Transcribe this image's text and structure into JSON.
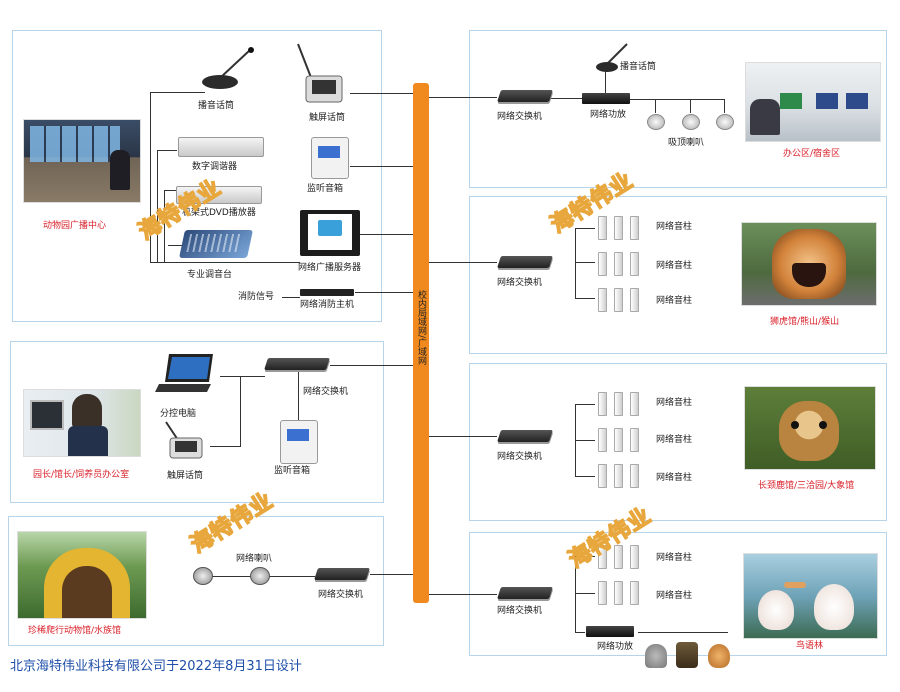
{
  "backbone": {
    "label": "校内局域网/广域网"
  },
  "watermark": "海特伟业",
  "footer": "北京海特伟业科技有限公司于2022年8月31日设计",
  "broadcast_center": {
    "title": "动物园广播中心",
    "mic": "播音话筒",
    "touch_mic": "触屏话筒",
    "tuner": "数字调谐器",
    "monitor": "监听音箱",
    "dvd": "机架式DVD播放器",
    "mixer": "专业调音台",
    "server": "网络广播服务器",
    "fire_signal": "消防信号",
    "fire_host": "网络消防主机"
  },
  "office_sub": {
    "title": "园长/馆长/饲养员办公室",
    "pc": "分控电脑",
    "switch": "网络交换机",
    "touch_mic": "触屏话筒",
    "monitor": "监听音箱"
  },
  "rare_zone": {
    "title": "珍稀爬行动物馆/水族馆",
    "horn": "网络喇叭",
    "switch": "网络交换机"
  },
  "zones": [
    {
      "title": "办公区/宿舍区",
      "switch": "网络交换机",
      "mic": "播音话筒",
      "amp": "网络功放",
      "speaker": "吸顶喇叭"
    },
    {
      "title": "狮虎馆/熊山/猴山",
      "switch": "网络交换机",
      "columns": [
        "网络音柱",
        "网络音柱",
        "网络音柱"
      ]
    },
    {
      "title": "长颈鹿馆/三洽园/大象馆",
      "switch": "网络交换机",
      "columns": [
        "网络音柱",
        "网络音柱",
        "网络音柱"
      ]
    },
    {
      "title": "鸟语林",
      "switch": "网络交换机",
      "columns": [
        "网络音柱",
        "网络音柱"
      ],
      "amp": "网络功放"
    }
  ]
}
